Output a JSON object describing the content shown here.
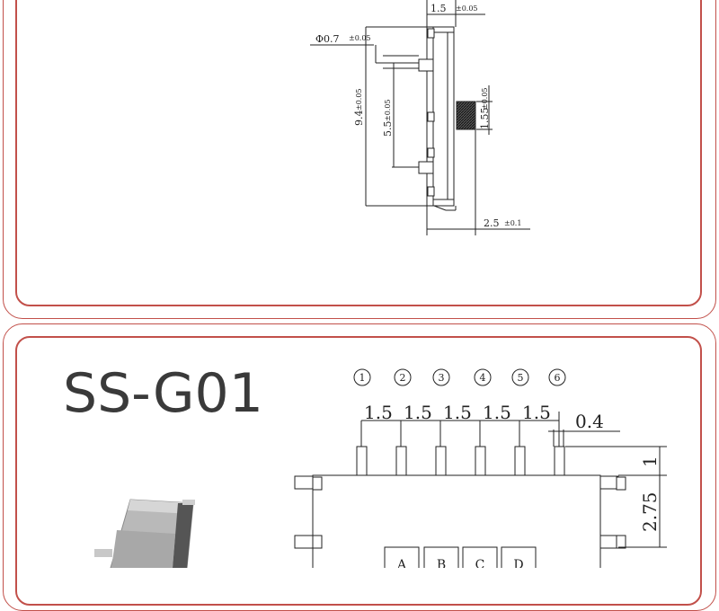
{
  "top_drawing": {
    "dim_thickness": "1.5",
    "dim_thickness_tol": "±0.05",
    "dim_pin_dia": "Φ0.7",
    "dim_pin_dia_tol": "±0.05",
    "dim_height": "9.4",
    "dim_height_tol": "±0.05",
    "dim_pin_span": "5.5",
    "dim_pin_span_tol": "±0.05",
    "dim_knob": "1.55",
    "dim_knob_tol": "±0.05",
    "dim_depth": "2.5",
    "dim_depth_tol": "±0.1"
  },
  "bottom_drawing": {
    "model": "SS-G01",
    "pin_numbers": [
      "1",
      "2",
      "3",
      "4",
      "5",
      "6"
    ],
    "pitch_labels": [
      "1.5",
      "1.5",
      "1.5",
      "1.5",
      "1.5"
    ],
    "dim_pin_width": "0.4",
    "dim_pin_length": "1",
    "dim_body_height": "2.75",
    "pad_labels": [
      "A",
      "B",
      "C",
      "D"
    ]
  },
  "colors": {
    "frame": "#c2504a",
    "line": "#222222",
    "title": "#3a3a3a"
  }
}
